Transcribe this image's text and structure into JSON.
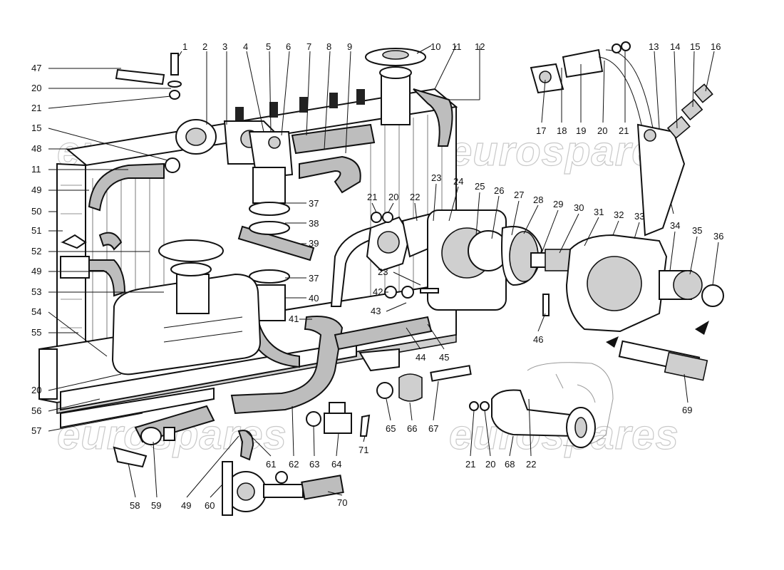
{
  "watermarks": [
    "eurospares",
    "eurospares",
    "eurospares"
  ],
  "callouts": [
    "1",
    "2",
    "3",
    "4",
    "5",
    "6",
    "7",
    "8",
    "9",
    "10",
    "11",
    "12",
    "13",
    "14",
    "15",
    "16",
    "47",
    "20",
    "21",
    "15",
    "48",
    "11",
    "49",
    "50",
    "51",
    "52",
    "49",
    "53",
    "54",
    "55",
    "20",
    "56",
    "57",
    "17",
    "18",
    "19",
    "20",
    "21",
    "37",
    "38",
    "39",
    "37",
    "40",
    "41",
    "21",
    "20",
    "22",
    "23",
    "24",
    "25",
    "26",
    "27",
    "28",
    "29",
    "30",
    "31",
    "32",
    "33",
    "34",
    "35",
    "36",
    "23",
    "42",
    "43",
    "44",
    "45",
    "46",
    "58",
    "59",
    "49",
    "60",
    "61",
    "62",
    "63",
    "64",
    "70",
    "71",
    "65",
    "66",
    "67",
    "21",
    "20",
    "68",
    "22",
    "69"
  ]
}
